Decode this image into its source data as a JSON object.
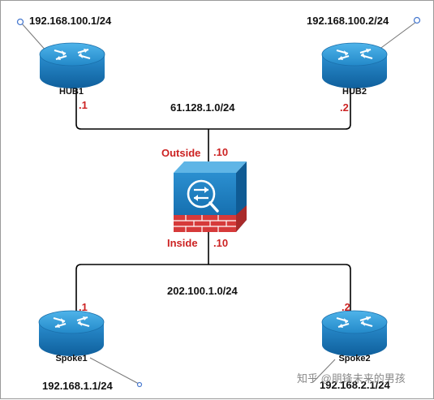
{
  "colors": {
    "router_body": "#1b80c4",
    "router_top": "#3fa6e0",
    "accent_red": "#cc2222",
    "link_line": "#000000",
    "endpoint_dot": "#4a7bd0"
  },
  "hub1": {
    "label": "HUB1",
    "lan": "192.168.100.1/24",
    "wan_ip": ".1"
  },
  "hub2": {
    "label": "HUB2",
    "lan": "192.168.100.2/24",
    "wan_ip": ".2"
  },
  "outside_network": "61.128.1.0/24",
  "firewall": {
    "icon": "asa-firewall-icon",
    "outside_label": "Outside",
    "outside_ip": ".10",
    "inside_label": "Inside",
    "inside_ip": ".10"
  },
  "inside_network": "202.100.1.0/24",
  "spoke1": {
    "label": "Spoke1",
    "lan": "192.168.1.1/24",
    "wan_ip": ".1"
  },
  "spoke2": {
    "label": "Spoke2",
    "lan": "192.168.2.1/24",
    "wan_ip": ".2"
  },
  "watermark": "知乎 @朋锋未来的男孩"
}
